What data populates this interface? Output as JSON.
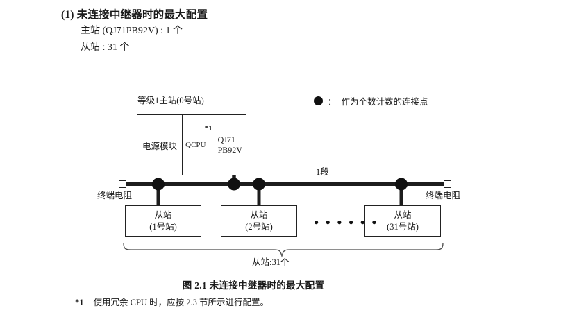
{
  "heading": {
    "section_title": "(1) 未连接中继器时的最大配置",
    "spec_master": "主站 (QJ71PB92V) : 1 个",
    "spec_slave": "从站 : 31 个"
  },
  "legend": {
    "symbol": "filled-circle",
    "separator": "：",
    "text": "作为个数计数的连接点"
  },
  "diagram": {
    "rack_label": "等级1主站(0号站)",
    "rack": {
      "power_module": "电源模块",
      "cpu": "QCPU",
      "cpu_footnote": "*1",
      "master_module_line1": "QJ71",
      "master_module_line2": "PB92V"
    },
    "segment_label": "1段",
    "terminator_left": "终端电阻",
    "terminator_right": "终端电阻",
    "slaves": [
      {
        "name": "从站",
        "station": "(1号站)"
      },
      {
        "name": "从站",
        "station": "(2号站)"
      },
      {
        "name": "从站",
        "station": "(31号站)"
      }
    ],
    "ellipsis": "● ● ● ● ● ●",
    "brace_label": "从站:31个"
  },
  "caption": {
    "figure_caption": "图 2.1  未连接中继器时的最大配置",
    "footnote_mark": "*1",
    "footnote_text": "使用冗余 CPU 时，应按 2.3 节所示进行配置。"
  },
  "colors": {
    "ink": "#1a1a1a",
    "line": "#222222",
    "paper": "#ffffff"
  }
}
